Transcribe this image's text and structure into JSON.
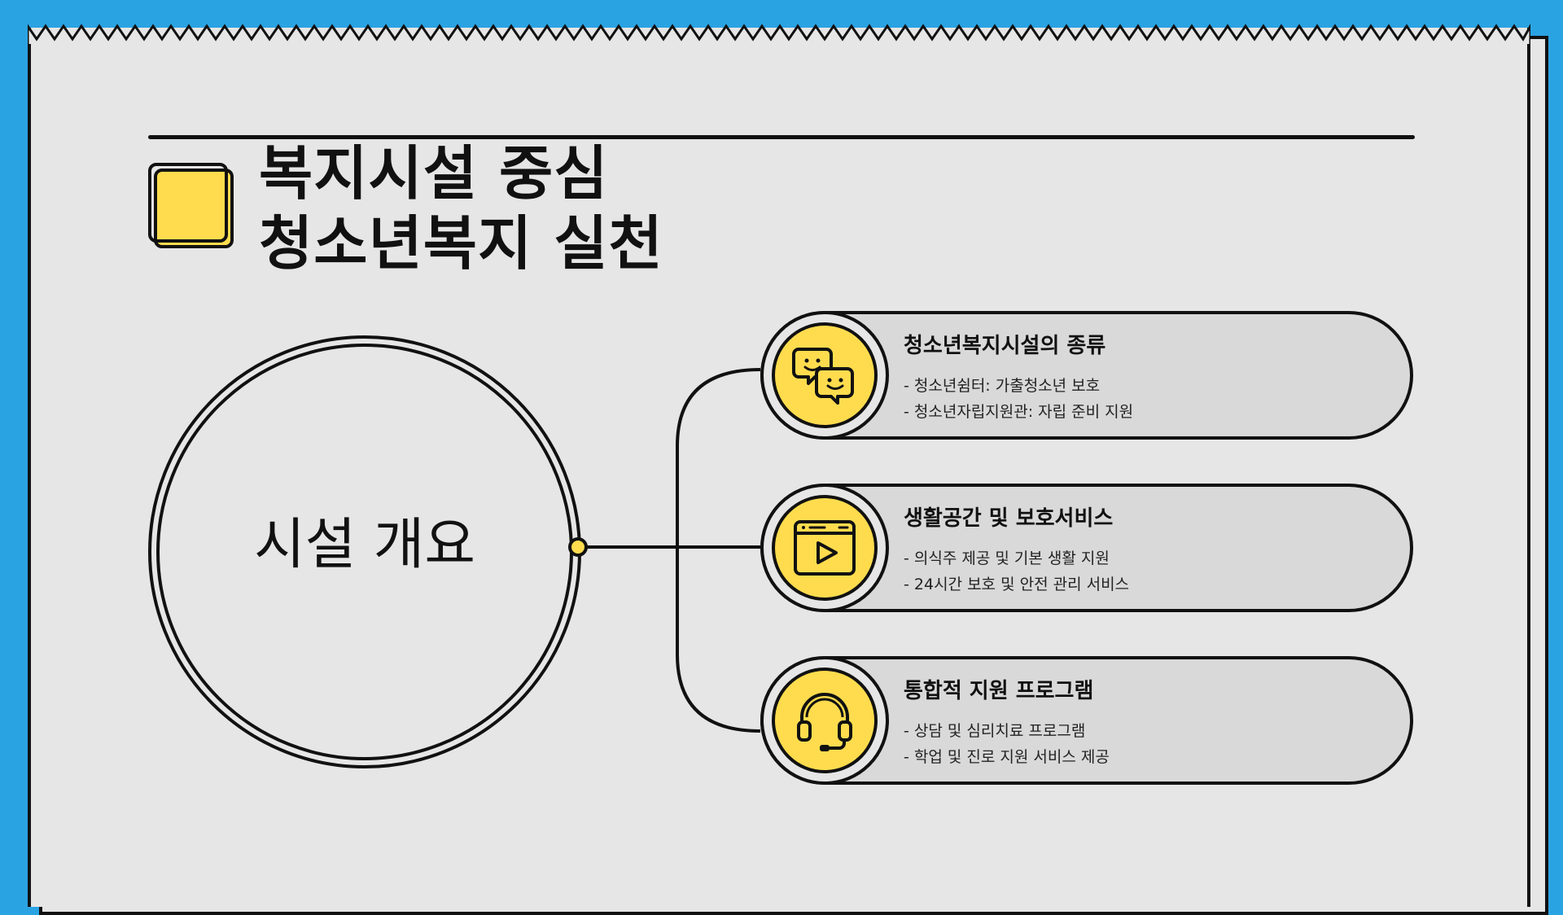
{
  "title": {
    "line1": "복지시설 중심",
    "line2": "청소년복지 실천"
  },
  "overview": {
    "label": "시설 개요"
  },
  "cards": [
    {
      "icon": "chat-bubbles-icon",
      "title": "청소년복지시설의 종류",
      "items": [
        "- 청소년쉼터: 가출청소년 보호",
        "- 청소년자립지원관: 자립 준비 지원"
      ]
    },
    {
      "icon": "video-player-icon",
      "title": "생활공간 및 보호서비스",
      "items": [
        "- 의식주 제공 및 기본 생활 지원",
        "- 24시간 보호 및 안전 관리 서비스"
      ]
    },
    {
      "icon": "headset-icon",
      "title": "통합적 지원 프로그램",
      "items": [
        "- 상담 및 심리치료 프로그램",
        "- 학업 및 진로 지원 서비스 제공"
      ]
    }
  ],
  "colors": {
    "background": "#2aa3e3",
    "paper": "#e6e6e6",
    "accent": "#ffdc4e",
    "ink": "#111111"
  }
}
